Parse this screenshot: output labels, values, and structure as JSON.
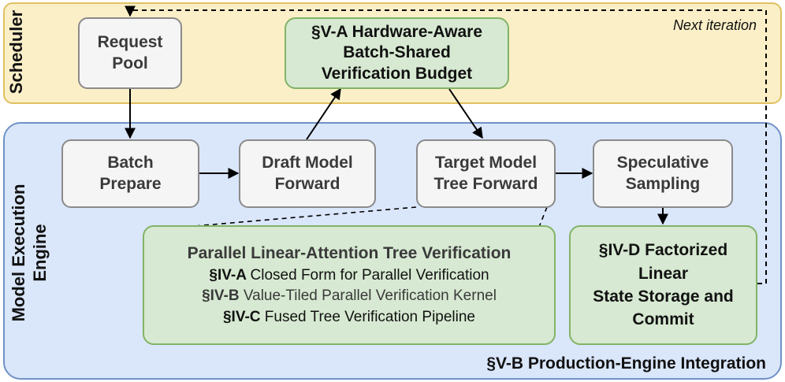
{
  "regions": {
    "scheduler_label": "Scheduler",
    "engine_label_line1": "Model Execution",
    "engine_label_line2": "Engine",
    "engine_footer": "§V-B Production-Engine Integration"
  },
  "annotations": {
    "next_iteration": "Next iteration"
  },
  "nodes": {
    "request_pool": [
      "Request",
      "Pool"
    ],
    "budget": [
      "§V-A Hardware-Aware",
      "Batch-Shared",
      "Verification Budget"
    ],
    "batch_prepare": [
      "Batch",
      "Prepare"
    ],
    "draft_model": [
      "Draft Model",
      "Forward"
    ],
    "target_model": [
      "Target Model",
      "Tree Forward"
    ],
    "speculative": [
      "Speculative",
      "Sampling"
    ],
    "factorized": [
      "§IV-D Factorized",
      "Linear",
      "State Storage and",
      "Commit"
    ]
  },
  "verification": {
    "title": "Parallel Linear-Attention Tree Verification",
    "items": [
      {
        "section": "§IV-A",
        "text": "Closed Form for Parallel Verification"
      },
      {
        "section": "§IV-B",
        "text": "Value-Tiled Parallel Verification Kernel"
      },
      {
        "section": "§IV-C",
        "text": "Fused Tree Verification Pipeline"
      }
    ]
  },
  "colors": {
    "scheduler_fill": "#fbefc8",
    "scheduler_border": "#e0c060",
    "engine_fill": "#dae6fa",
    "engine_border": "#6f92c6",
    "green_fill": "#d7e9d2",
    "green_border": "#82b366",
    "gray_fill": "#f5f5f5",
    "gray_border": "#8a8a8a"
  }
}
